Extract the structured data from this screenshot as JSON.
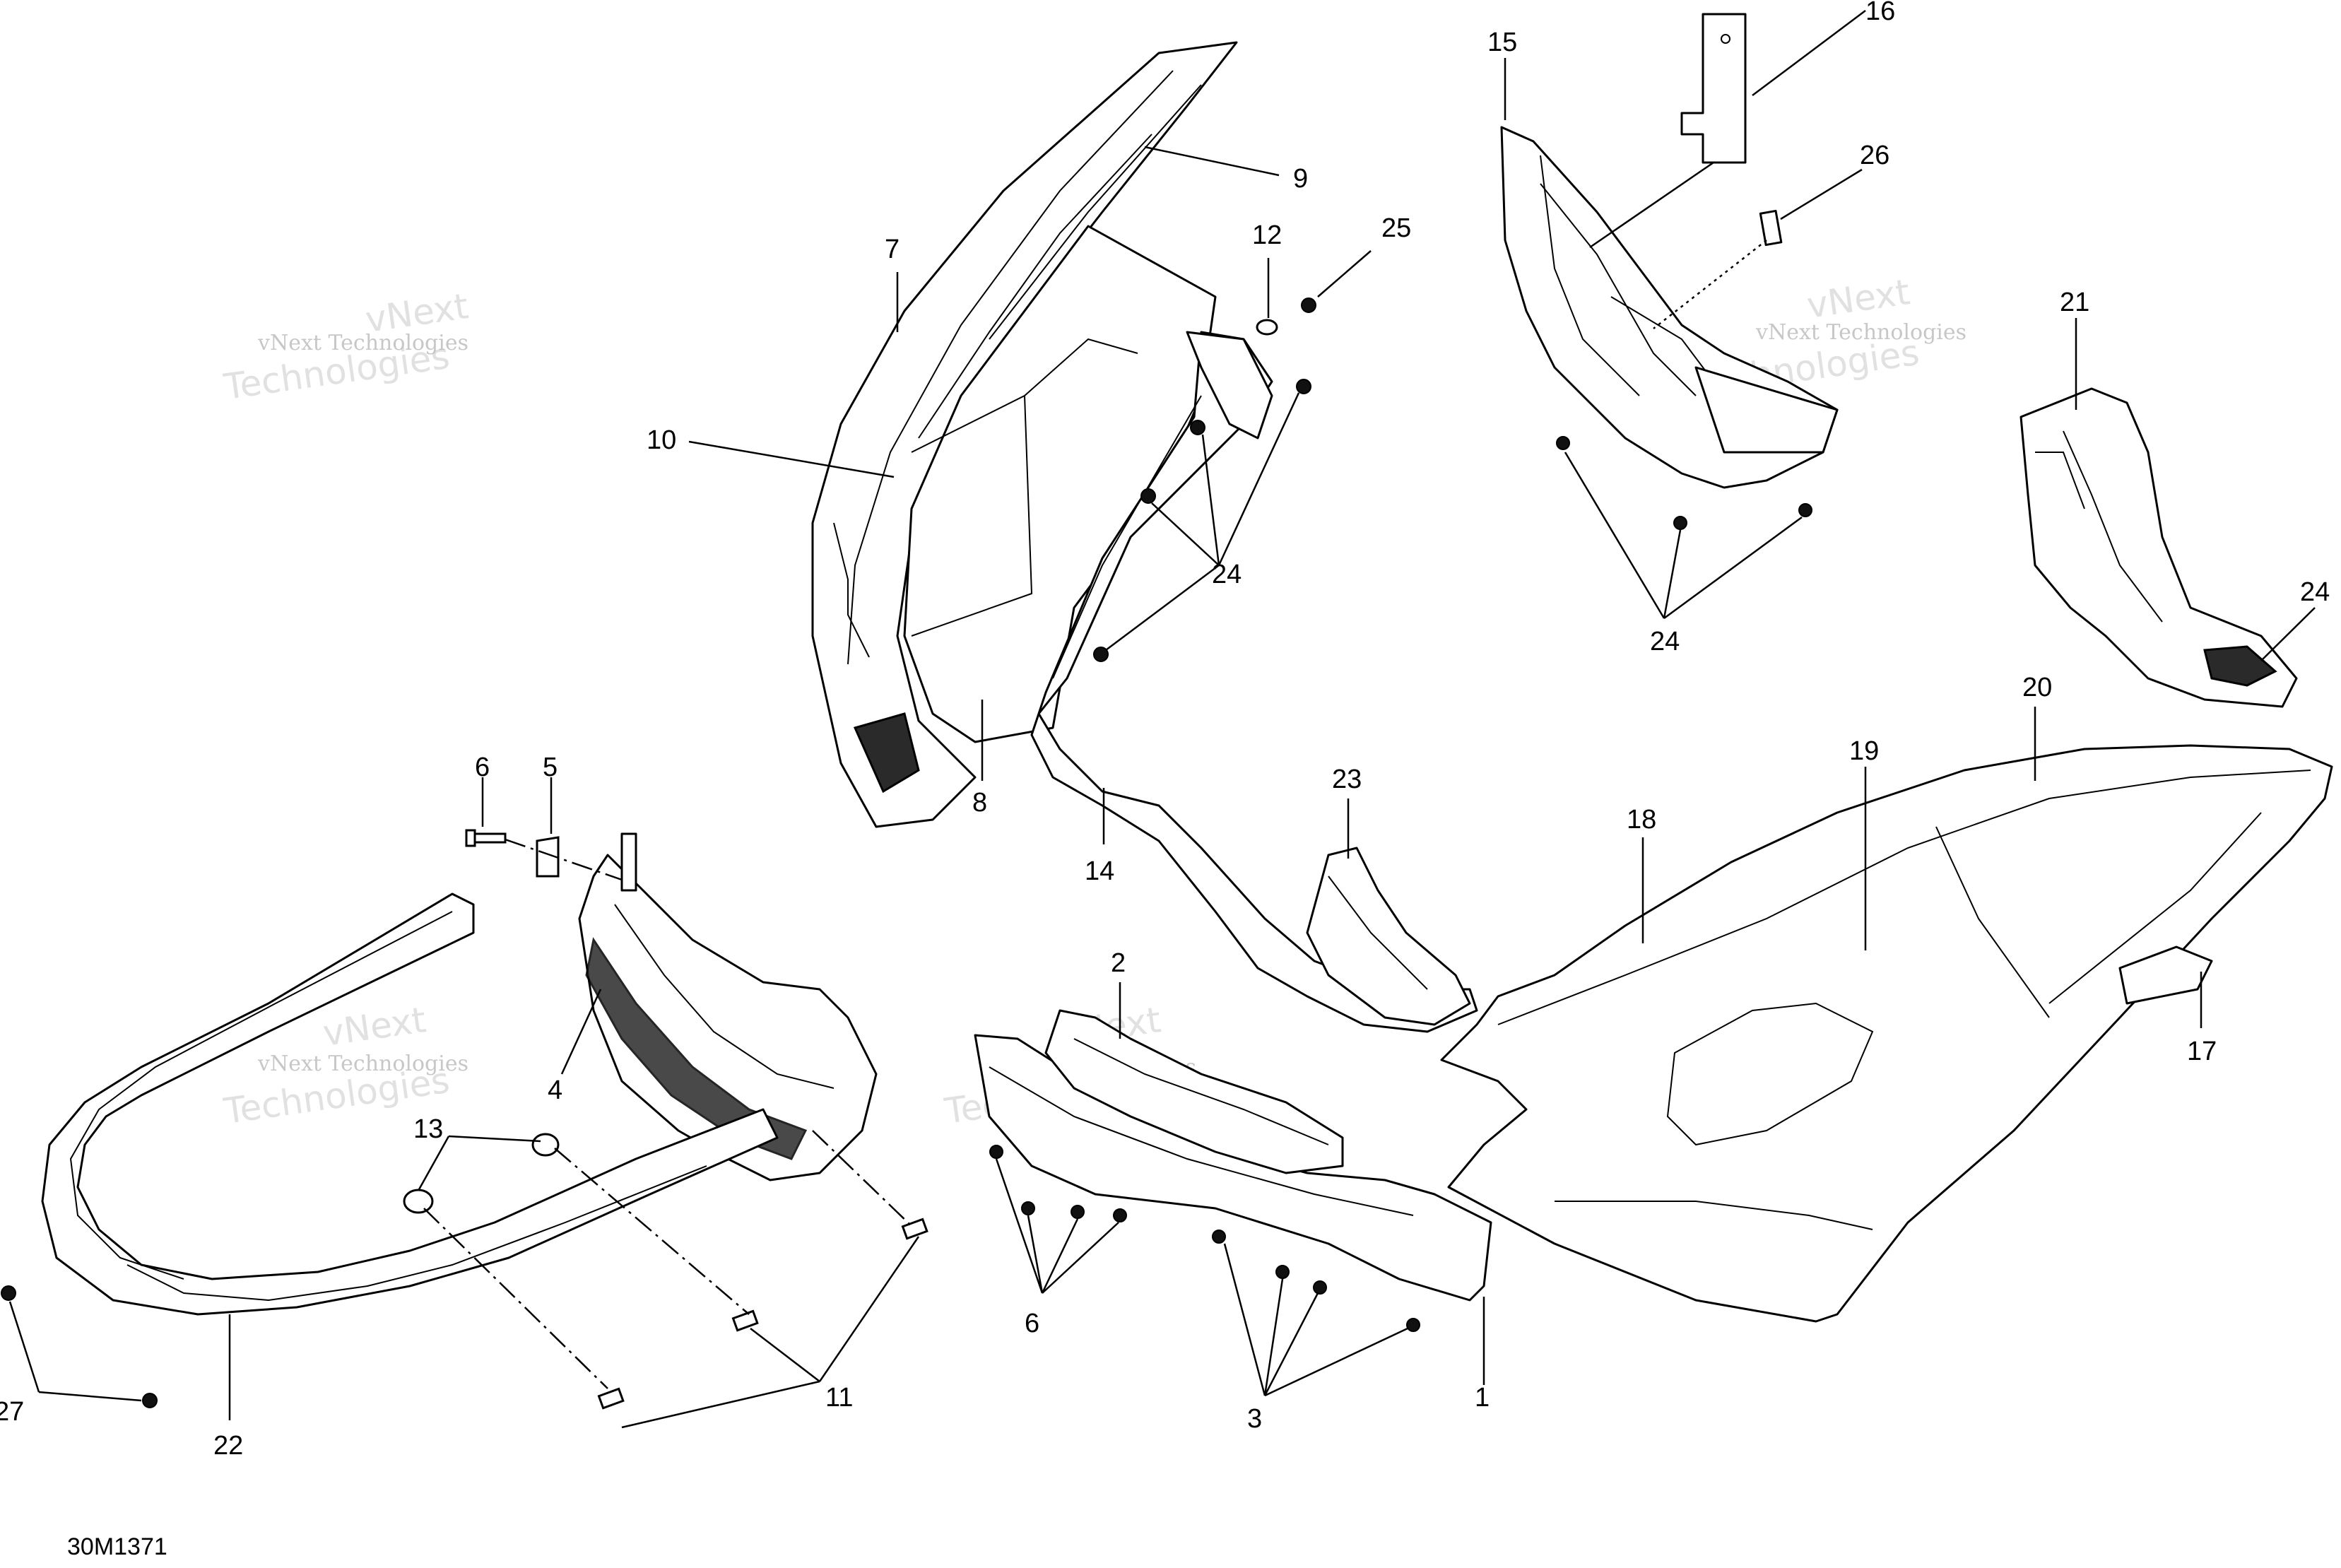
{
  "diagram": {
    "reference_code": "30M1371",
    "watermark": {
      "line1": "vNext Technologies",
      "line2_a": "vNext",
      "line2_b": "Technologies"
    },
    "callouts": {
      "c1": "1",
      "c2": "2",
      "c3": "3",
      "c4": "4",
      "c5": "5",
      "c6a": "6",
      "c6b": "6",
      "c7": "7",
      "c8": "8",
      "c9": "9",
      "c10": "10",
      "c11": "11",
      "c12": "12",
      "c13": "13",
      "c14": "14",
      "c15": "15",
      "c16": "16",
      "c17": "17",
      "c18": "18",
      "c19": "19",
      "c20": "20",
      "c21": "21",
      "c22": "22",
      "c23": "23",
      "c24a": "24",
      "c24b": "24",
      "c24c": "24",
      "c25": "25",
      "c26": "26",
      "c27": "27"
    }
  }
}
